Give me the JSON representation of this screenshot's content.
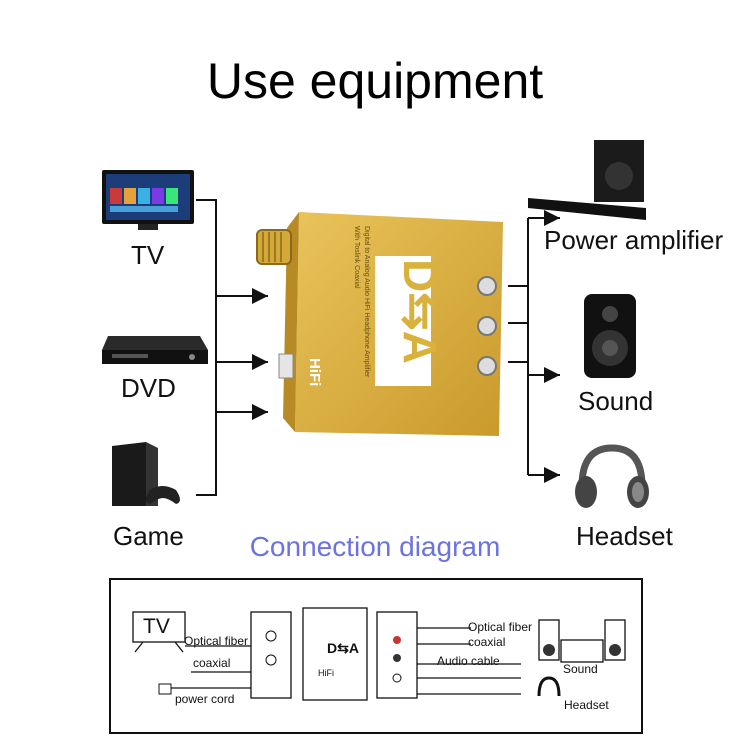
{
  "title": "Use equipment",
  "sources": {
    "tv": "TV",
    "dvd": "DVD",
    "game": "Game"
  },
  "outputs": {
    "power_amplifier": "Power amplifier",
    "sound": "Sound",
    "headset": "Headset"
  },
  "device": {
    "logo": "D⇆A",
    "hifi": "HiFi",
    "side_text_1": "Digital to Analog Audio HiFi Headphone Amplifier",
    "side_text_2": "With Toslink  Coaxial",
    "color": "#d9b23e"
  },
  "subtitle": "Connection diagram",
  "subtitle_color": "#6a73e0",
  "diagram": {
    "tv": "TV",
    "optical_fiber_left": "Optical fiber",
    "coaxial_left": "coaxial",
    "power_cord": "power cord",
    "optical_fiber_right": "Optical fiber",
    "coaxial_right": "coaxial",
    "audio_cable": "Audio cable",
    "sound": "Sound",
    "headset": "Headset",
    "logo": "D⇆A",
    "hifi": "HiFi"
  }
}
